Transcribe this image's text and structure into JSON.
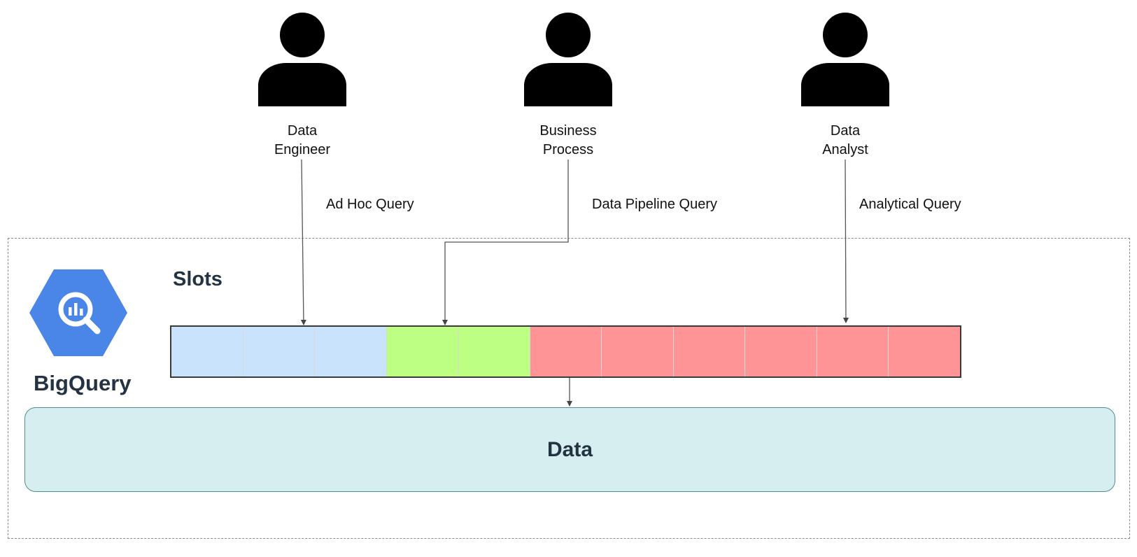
{
  "users": [
    {
      "name_line1": "Data",
      "name_line2": "Engineer"
    },
    {
      "name_line1": "Business",
      "name_line2": "Process"
    },
    {
      "name_line1": "Data",
      "name_line2": "Analyst"
    }
  ],
  "queries": [
    {
      "label": "Ad Hoc Query"
    },
    {
      "label": "Data Pipeline Query"
    },
    {
      "label": "Analytical Query"
    }
  ],
  "bigquery": {
    "title": "BigQuery",
    "logo_icon": "bigquery-logo-icon",
    "logo_color": "#4a86e8"
  },
  "slots": {
    "title": "Slots",
    "cells": [
      {
        "group": "ad-hoc",
        "color": "#c8e3fb"
      },
      {
        "group": "ad-hoc",
        "color": "#c8e3fb"
      },
      {
        "group": "ad-hoc",
        "color": "#c8e3fb"
      },
      {
        "group": "pipeline",
        "color": "#bcff82"
      },
      {
        "group": "pipeline",
        "color": "#bcff82"
      },
      {
        "group": "analytical",
        "color": "#ff9497"
      },
      {
        "group": "analytical",
        "color": "#ff9497"
      },
      {
        "group": "analytical",
        "color": "#ff9497"
      },
      {
        "group": "analytical",
        "color": "#ff9497"
      },
      {
        "group": "analytical",
        "color": "#ff9497"
      },
      {
        "group": "analytical",
        "color": "#ff9497"
      }
    ]
  },
  "data_store": {
    "label": "Data",
    "fill": "#d6eeef",
    "border": "#4f8f93"
  }
}
